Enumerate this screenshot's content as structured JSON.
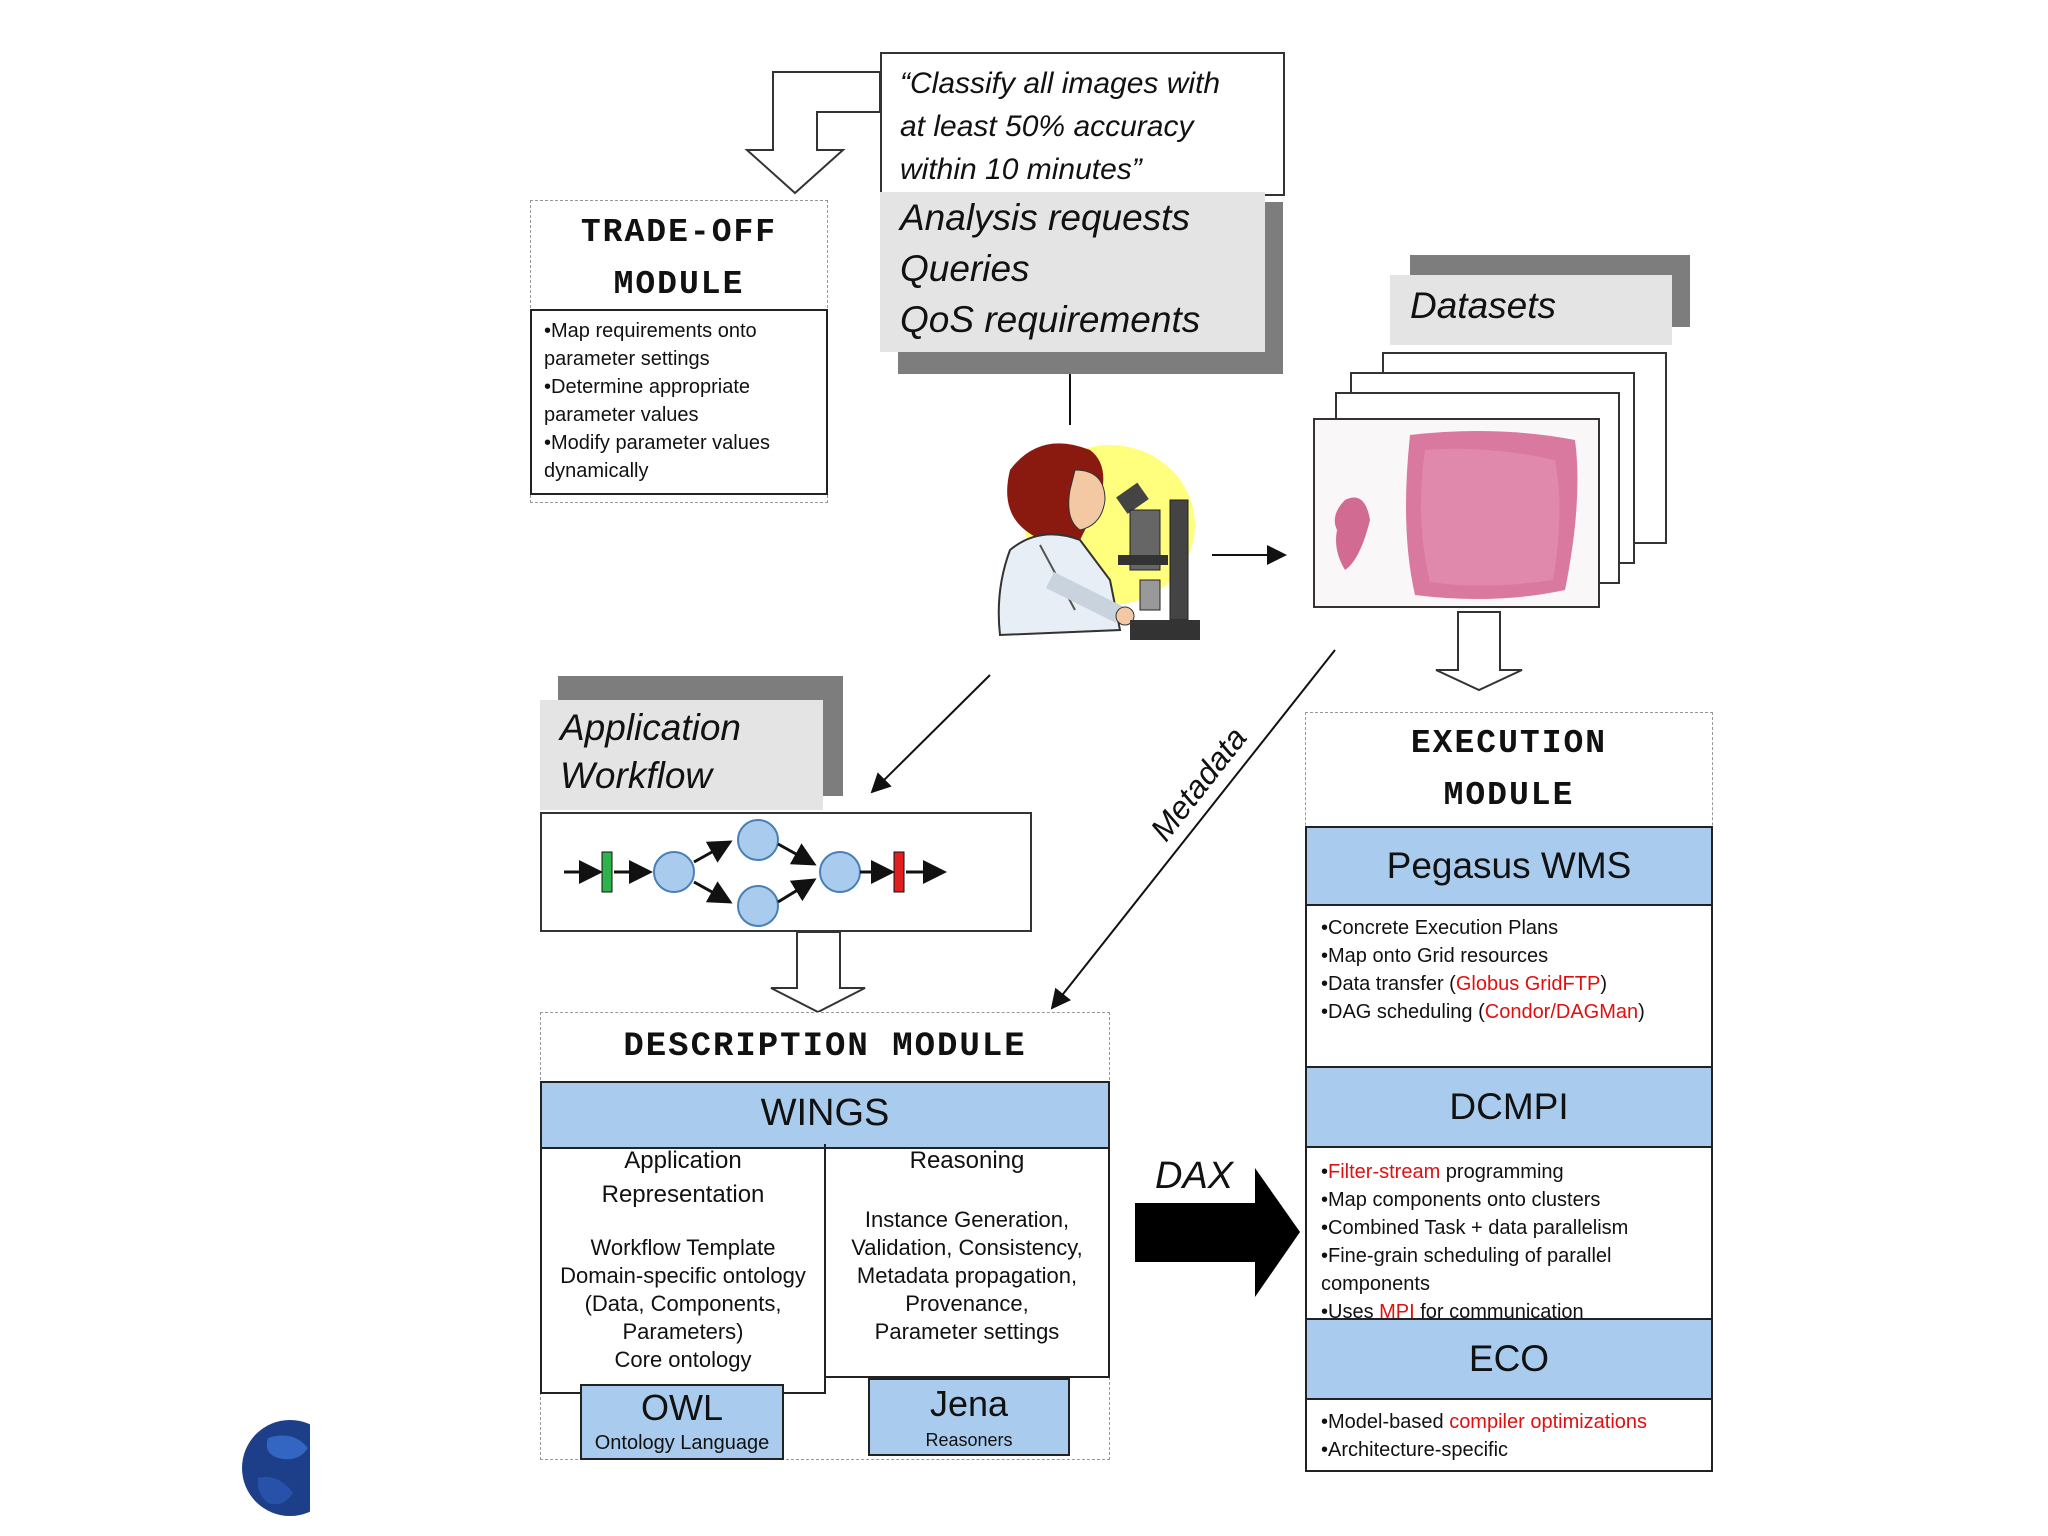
{
  "query": {
    "text_lines": [
      "“Classify all images with",
      "at least 50% accuracy",
      "within 10 minutes”"
    ]
  },
  "requests": {
    "lines": [
      "Analysis requests",
      "Queries",
      "QoS requirements"
    ]
  },
  "tradeoff": {
    "title_lines": [
      "TRADE-OFF",
      "MODULE"
    ],
    "items": [
      "•Map requirements onto",
      "parameter settings",
      "•Determine appropriate",
      "parameter values",
      "•Modify parameter values",
      "dynamically"
    ]
  },
  "datasets": {
    "label": "Datasets"
  },
  "workflow": {
    "label_lines": [
      "Application",
      "Workflow"
    ]
  },
  "metadata_label": "Metadata",
  "dax_label": "DAX",
  "description": {
    "title": "DESCRIPTION MODULE",
    "wings": "WINGS",
    "left": {
      "heading_lines": [
        "Application",
        "Representation"
      ],
      "body_lines": [
        "Workflow Template",
        "Domain-specific ontology",
        "(Data, Components,",
        "Parameters)",
        "Core ontology"
      ]
    },
    "right": {
      "heading": "Reasoning",
      "body_lines": [
        "Instance Generation,",
        "Validation, Consistency,",
        "Metadata propagation,",
        "Provenance,",
        "Parameter settings"
      ]
    },
    "owl": {
      "name": "OWL",
      "sub": "Ontology Language"
    },
    "jena": {
      "name": "Jena",
      "sub": "Reasoners"
    }
  },
  "execution": {
    "title_lines": [
      "EXECUTION",
      "MODULE"
    ],
    "pegasus": "Pegasus WMS",
    "pegasus_items": {
      "l1": "•Concrete Execution Plans",
      "l2": "•Map onto Grid resources",
      "l3a": "•Data transfer (",
      "l3r": "Globus GridFTP",
      "l3b": ")",
      "l4a": "•DAG scheduling (",
      "l4r": "Condor/DAGMan",
      "l4b": ")"
    },
    "dcmpi": "DCMPI",
    "dcmpi_items": {
      "l1a": "•",
      "l1r": "Filter-stream",
      "l1b": " programming",
      "l2": "•Map components onto clusters",
      "l3": "•Combined Task + data parallelism",
      "l4": "•Fine-grain scheduling of parallel",
      "l5": "components",
      "l6a": "•Uses ",
      "l6r": "MPI",
      "l6b": " for communication"
    },
    "eco": "ECO",
    "eco_items": {
      "l1a": "•Model-based ",
      "l1r": "compiler optimizations",
      "l2": "•Architecture-specific"
    }
  },
  "colors": {
    "module_blue": "#a9ccee",
    "panel_gray": "#e4e4e4",
    "accent_red": "#e01010",
    "node_blue": "#a9ccee"
  }
}
